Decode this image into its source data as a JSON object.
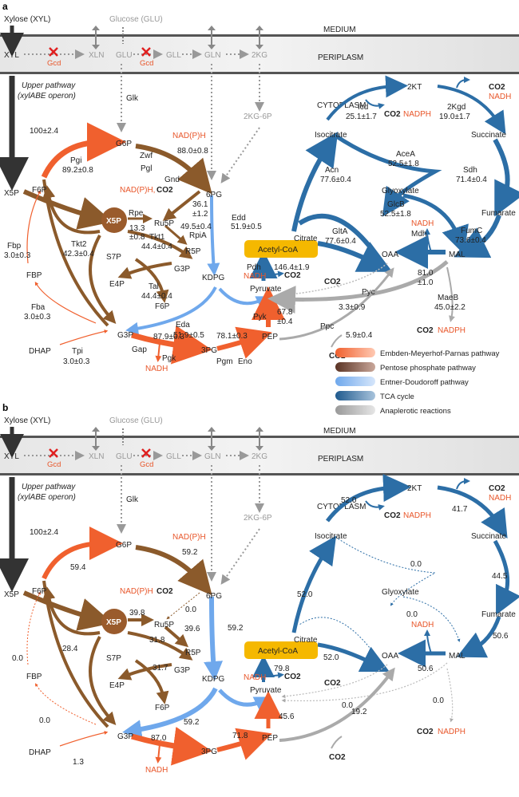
{
  "panel_a": {
    "letter": "a",
    "medium": "MEDIUM",
    "periplasm": "PERIPLASM",
    "cytoplasm": "CYTOPLASM",
    "xylose": "Xylose (XYL)",
    "glucose": "Glucose (GLU)",
    "xyl": "XYL",
    "xln": "XLN",
    "glu": "GLU",
    "gll": "GLL",
    "gln": "GLN",
    "kg2": "2KG",
    "gcd": "Gcd",
    "upper1": "Upper pathway",
    "upper2": "(xylABE operon)",
    "upper_flux": "100±2.4",
    "glk": "Glk",
    "kg6p": "2KG-6P",
    "g6p": "G6P",
    "f6p": "F6P",
    "x5p": "X5P",
    "x5p_node": "X5P",
    "fbp": "FBP",
    "e4p": "E4P",
    "s7p": "S7P",
    "g3p_ppp": "G3P",
    "f6p_ppp": "F6P",
    "ru5p": "Ru5P",
    "r5p": "R5P",
    "pg6": "6PG",
    "kdpg": "KDPG",
    "g3p": "G3P",
    "dhap": "DHAP",
    "pg3": "3PG",
    "pep": "PEP",
    "pyruvate": "Pyruvate",
    "acetyl": "Acetyl-CoA",
    "nadph_zwf": "NAD(P)H",
    "nadph_gnd": "NAD(P)H,",
    "co2_gnd": "CO2",
    "pgi": "Pgi",
    "pgi_flux": "89.2±0.8",
    "zwf": "Zwf",
    "pgl": "Pgl",
    "zwf_flux": "88.0±0.8",
    "gnd": "Gnd",
    "gnd_flux1": "36.1",
    "gnd_flux2": "±1.2",
    "rpe": "Rpe",
    "rpe_flux1": "13.3",
    "rpe_flux2": "±0.8",
    "rpia_flux": "49.5±0.4",
    "rpia": "RpiA",
    "tkt1": "Tkt1",
    "tkt1_flux": "44.4±0.4",
    "tkt2": "Tkt2",
    "tkt2_flux": "42.3±0.4",
    "tal": "Tal",
    "tal_flux": "44.4±0.4",
    "edd": "Edd",
    "edd_flux": "51.9±0.5",
    "eda": "Eda",
    "eda_flux": "51.9±0.5",
    "fbp_enz": "Fbp",
    "fbp_flux": "3.0±0.3",
    "fba": "Fba",
    "fba_flux": "3.0±0.3",
    "tpi": "Tpi",
    "tpi_flux": "3.0±0.3",
    "gap": "Gap",
    "gap_flux": "87.9±0.3",
    "pgk": "Pgk",
    "nadh_gap": "NADH",
    "pgm": "Pgm",
    "eno": "Eno",
    "eno_flux": "78.1±0.3",
    "pyk": "Pyk",
    "pyk_flux1": "67.8",
    "pyk_flux2": "±0.4",
    "pdh": "Pdh",
    "pdh_flux": "146.4±1.9",
    "nadh_pdh": "NADH",
    "co2_pdh": "CO2",
    "kt2": "2KT",
    "isocitrate": "Isocitrate",
    "succinate": "Succinate",
    "citrate": "Citrate",
    "glyoxylate": "Glyoxylate",
    "fumarate": "Fumarate",
    "oaa": "OAA",
    "mal": "MAL",
    "icd": "Icd",
    "icd_flux": "25.1±1.7",
    "co2_icd": "CO2",
    "nadph_icd": "NADPH",
    "kgd": "2Kgd",
    "kgd_flux": "19.0±1.7",
    "co2_kgd": "CO2",
    "nadh_kgd": "NADH",
    "acea": "AceA",
    "acea_flux": "52.5±1.8",
    "acn": "Acn",
    "acn_flux": "77.6±0.4",
    "sdh": "Sdh",
    "sdh_flux": "71.4±0.4",
    "glcb": "GlcB",
    "glcb_flux": "52.5±1.8",
    "glta": "GltA",
    "glta_flux": "77.6±0.4",
    "fumc": "FumC",
    "fumc_flux": "73.6±0.4",
    "nadh_mdh": "NADH",
    "mdh": "Mdh",
    "mdh_flux1": "81.0",
    "mdh_flux2": "±1.0",
    "co2_pyc": "CO2",
    "pyc": "Pyc",
    "pyc_flux": "3.3±0.9",
    "ppc": "Ppc",
    "ppc_flux": "5.9±0.4",
    "co2_ppc": "CO2",
    "maeb": "MaeB",
    "maeb_flux": "45.0±2.2",
    "co2_maeb": "CO2",
    "nadph_maeb": "NADPH"
  },
  "legend": {
    "emp": "Embden-Meyerhof-Parnas pathway",
    "ppp": "Pentose phosphate pathway",
    "ed": "Entner-Doudoroff pathway",
    "tca": "TCA cycle",
    "ana": "Anaplerotic reactions",
    "colors": {
      "emp": "#f0602e",
      "ppp": "#8b5a2b",
      "ed": "#6fa8ec",
      "tca": "#2c6ea6",
      "ana": "#aaaaaa"
    }
  },
  "panel_b": {
    "letter": "b",
    "medium": "MEDIUM",
    "periplasm": "PERIPLASM",
    "cytoplasm": "CYTOPLASM",
    "xylose": "Xylose (XYL)",
    "glucose": "Glucose (GLU)",
    "xyl": "XYL",
    "xln": "XLN",
    "glu": "GLU",
    "gll": "GLL",
    "gln": "GLN",
    "kg2": "2KG",
    "gcd": "Gcd",
    "upper1": "Upper pathway",
    "upper2": "(xylABE operon)",
    "upper_flux": "100±2.4",
    "glk": "Glk",
    "kg6p": "2KG-6P",
    "g6p": "G6P",
    "f6p": "F6P",
    "x5p": "X5P",
    "x5p_node": "X5P",
    "fbp": "FBP",
    "e4p": "E4P",
    "s7p": "S7P",
    "g3p_ppp": "G3P",
    "f6p_ppp": "F6P",
    "ru5p": "Ru5P",
    "r5p": "R5P",
    "pg6": "6PG",
    "kdpg": "KDPG",
    "g3p": "G3P",
    "dhap": "DHAP",
    "pg3": "3PG",
    "pep": "PEP",
    "pyruvate": "Pyruvate",
    "acetyl": "Acetyl-CoA",
    "nadph_zwf": "NAD(P)H",
    "nadph_gnd": "NAD(P)H",
    "co2_gnd": "CO2",
    "f_pgi": "59.4",
    "f_zwf": "59.2",
    "f_gnd": "0.0",
    "f_rpe": "39.8",
    "f_rpia": "39.6",
    "f_tkt1": "31.8",
    "f_tal": "31.7",
    "f_tkt2": "28.4",
    "f_edd": "59.2",
    "f_eda": "59.2",
    "f_fbp": "0.0",
    "f_fba": "0.0",
    "f_tpi": "1.3",
    "f_gap": "87.0",
    "f_eno": "71.8",
    "f_pyk": "45.6",
    "f_pdh": "79.8",
    "f_glta": "52.0",
    "f_acn": "52.0",
    "f_icd": "52.0",
    "f_kgd": "41.7",
    "f_acea": "0.0",
    "f_sdh": "44.5",
    "f_fumc": "50.6",
    "f_glcb": "0.0",
    "f_mdh": "50.6",
    "f_pyc": "0.0",
    "f_ppc": "19.2",
    "f_maeb": "0.0",
    "nadh_gap": "NADH",
    "nadh_pdh": "NADH",
    "co2_pdh": "CO2",
    "kt2": "2KT",
    "isocitrate": "Isocitrate",
    "succinate": "Succinate",
    "citrate": "Citrate",
    "glyoxylate": "Glyoxylate",
    "fumarate": "Fumarate",
    "oaa": "OAA",
    "mal": "MAL",
    "co2_icd": "CO2",
    "nadph_icd": "NADPH",
    "co2_kgd": "CO2",
    "nadh_kgd": "NADH",
    "nadh_mdh": "NADH",
    "co2_pyc": "CO2",
    "co2_ppc": "CO2",
    "co2_maeb": "CO2",
    "nadph_maeb": "NADPH"
  }
}
